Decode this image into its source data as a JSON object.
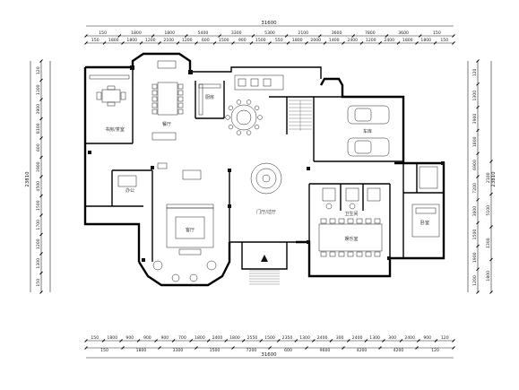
{
  "dimensions": {
    "top_total": "31600",
    "top_row1": [
      "150",
      "1800",
      "1800",
      "5400",
      "3300",
      "5300",
      "2100",
      "3600",
      "7800",
      "3600",
      "150"
    ],
    "top_row2": [
      "150",
      "1800",
      "1800",
      "1200",
      "2100",
      "1200",
      "600",
      "1500",
      "900",
      "1500",
      "550",
      "1800",
      "2000",
      "1400",
      "2400",
      "1200",
      "2400",
      "1800",
      "1800",
      "150"
    ],
    "bottom_total": "31600",
    "bottom_row1": [
      "150",
      "1800",
      "900",
      "900",
      "900",
      "700",
      "1800",
      "2400",
      "1800",
      "2550",
      "1500",
      "2350",
      "1300",
      "2400",
      "300",
      "2400",
      "1300",
      "300",
      "2400",
      "900",
      "120"
    ],
    "bottom_row2": [
      "150",
      "1800",
      "3300",
      "1500",
      "7200",
      "600",
      "9600",
      "4200",
      "4200",
      "120"
    ],
    "left_total": "23810",
    "left_row1": [
      "120",
      "1300",
      "3900",
      "8100",
      "600",
      "3900",
      "4500",
      "1500",
      "1700",
      "1200",
      "1300",
      "150"
    ],
    "right_total": "23810",
    "right_row1": [
      "120",
      "1300",
      "3900",
      "1800",
      "6900",
      "7200",
      "3600",
      "1500",
      "1900",
      "1200"
    ],
    "right_row2": [
      "2100",
      "5100",
      "1300",
      "1800"
    ]
  },
  "rooms": {
    "study": "书房/茶室",
    "dining": "餐厅",
    "kitchen": "厨房",
    "garage": "车库",
    "living": "客厅",
    "hall": "门厅/过厅",
    "bedroom": "卧室",
    "entertain": "娱乐室",
    "office": "办公",
    "bath": "卫生间"
  }
}
